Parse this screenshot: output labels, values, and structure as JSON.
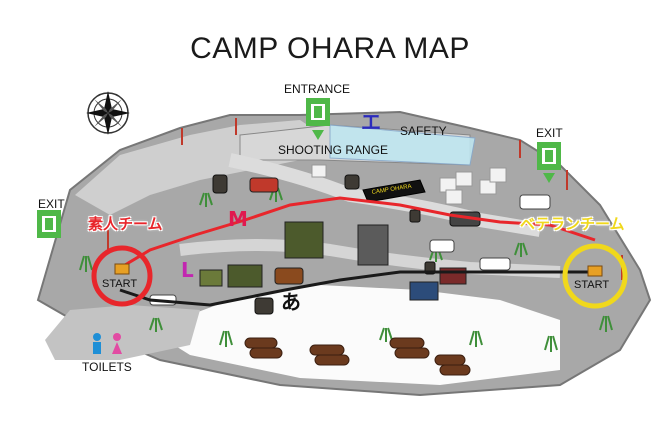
{
  "title": "CAMP OHARA MAP",
  "labels": {
    "entrance": "ENTRANCE",
    "safety": "SAFETY",
    "shooting_range": "SHOOTING RANGE",
    "exit_left": "EXIT",
    "exit_right": "EXIT",
    "toilets": "TOILETS",
    "start_left": "START",
    "start_right": "START",
    "truck_sign": "CAMP OHARA"
  },
  "teams": {
    "left": "素人チーム",
    "right": "ベテランチーム"
  },
  "zones": {
    "e": "エ",
    "m": "M",
    "l": "L",
    "a": "あ"
  },
  "colors": {
    "left_team": "#e8262b",
    "right_team": "#f0d81c",
    "route_red": "#e8262b",
    "route_black": "#1a1a1a",
    "zone_e": "#2b2bbd",
    "zone_m": "#e01a4f",
    "zone_l": "#c227b0",
    "sign_green": "#4fb848",
    "safety_blue": "#bfe6f0"
  }
}
